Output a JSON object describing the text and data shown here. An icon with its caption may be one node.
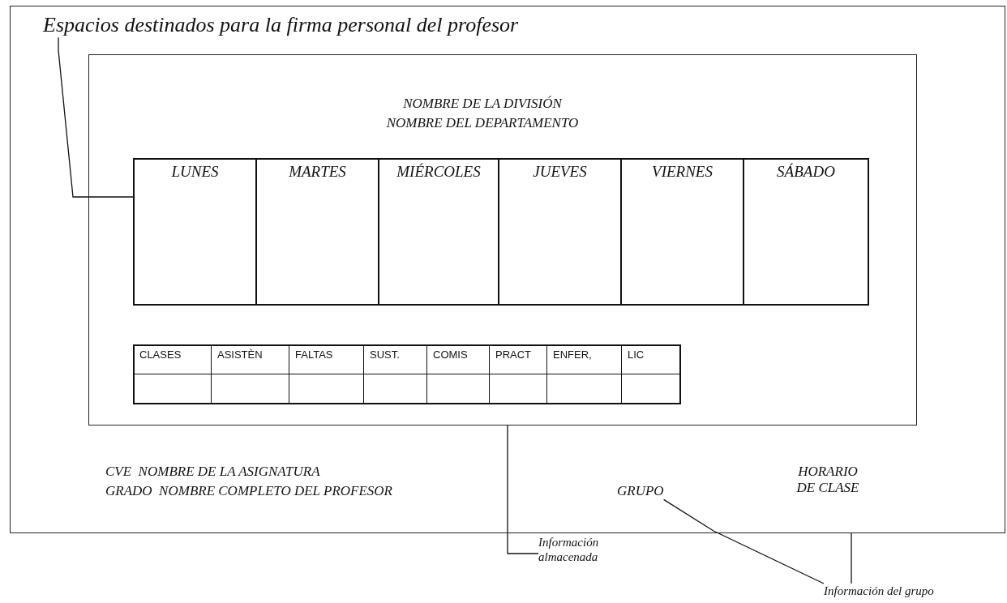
{
  "diagram": {
    "nodes": [
      {
        "text": [],
        "shape": "box"
      },
      {
        "text": [
          "Espacios destinados para la firma personal del profesor"
        ],
        "in": 0
      },
      {
        "text": [],
        "shape": "box",
        "in": 0
      },
      {
        "text": [
          "LUNES"
        ],
        "in": 2
      },
      {
        "text": [
          "MARTES"
        ],
        "in": 2
      },
      {
        "text": [
          "MIÉRCOLES"
        ],
        "in": 2
      },
      {
        "text": [
          "JUEVES"
        ],
        "in": 2
      },
      {
        "text": [
          "VIERNES"
        ],
        "in": 2
      },
      {
        "text": [
          "SÁBADO"
        ],
        "in": 2
      },
      {
        "text": [
          "Información almacenada"
        ]
      },
      {
        "text": [
          "GRUPO"
        ],
        "in": 0
      },
      {
        "text": [
          "Información del grupo"
        ]
      }
    ],
    "edges": [
      {
        "from": 1,
        "to": 3,
        "arrow": "none"
      },
      {
        "from": 9,
        "to": 2,
        "arrow": "none"
      },
      {
        "from": 10,
        "to": 11,
        "arrow": "none"
      },
      {
        "from": 11,
        "to": 0,
        "arrow": "none"
      }
    ],
    "labels": [
      "NOMBRE DE LA DIVISIÓN",
      "NOMBRE DEL DEPARTAMENTO",
      "CLASES",
      "ASISTÈN",
      "FALTAS",
      "SUST.",
      "COMIS",
      "PRACT",
      "ENFER,",
      "LIC",
      "CVE  NOMBRE DE LA ASIGNATURA",
      "GRADO  NOMBRE COMPLETO DEL PROFESOR",
      "HORARIO DE CLASE"
    ]
  }
}
